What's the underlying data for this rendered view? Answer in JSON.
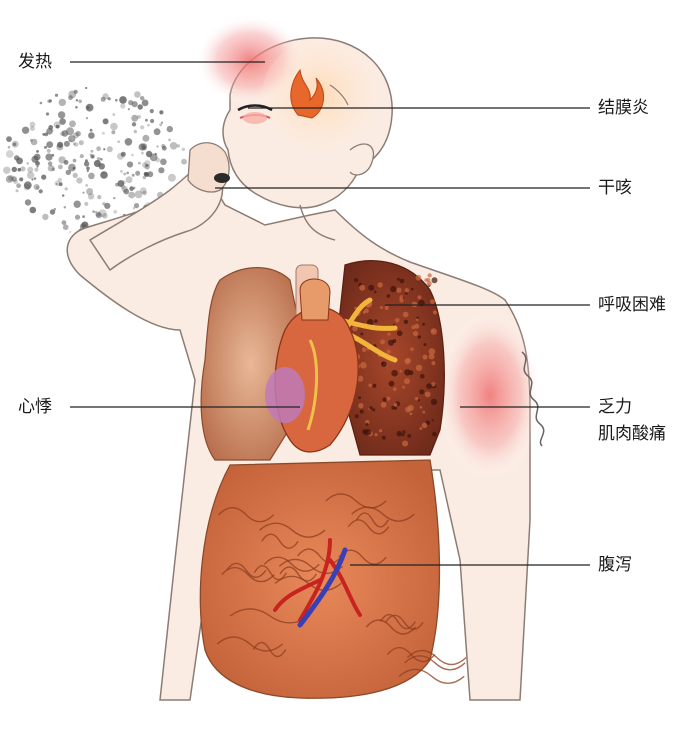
{
  "labels": {
    "fever": "发热",
    "conjunctivitis": "结膜炎",
    "dry_cough": "干咳",
    "dyspnea": "呼吸困难",
    "palpitation": "心悸",
    "fatigue": "乏力",
    "myalgia": "肌肉酸痛",
    "diarrhea": "腹泻"
  },
  "colors": {
    "skin": "#fbece3",
    "outline": "#8c7d74",
    "inflammation": "#ef7d7d",
    "lung_left": "#d9a07f",
    "lung_right": "#8e3a24",
    "heart": "#d8673f",
    "intestine": "#d9834f",
    "vessel_red": "#c8231f",
    "vessel_blue": "#3b3fb5"
  }
}
